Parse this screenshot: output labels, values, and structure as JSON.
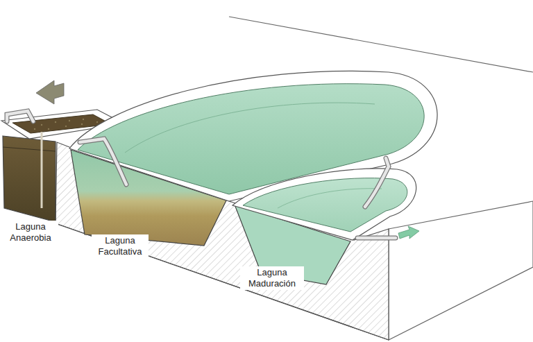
{
  "diagram": {
    "labels": [
      "Laguna Anaerobia",
      "Laguna Facultativa",
      "Laguna Maduración"
    ]
  }
}
